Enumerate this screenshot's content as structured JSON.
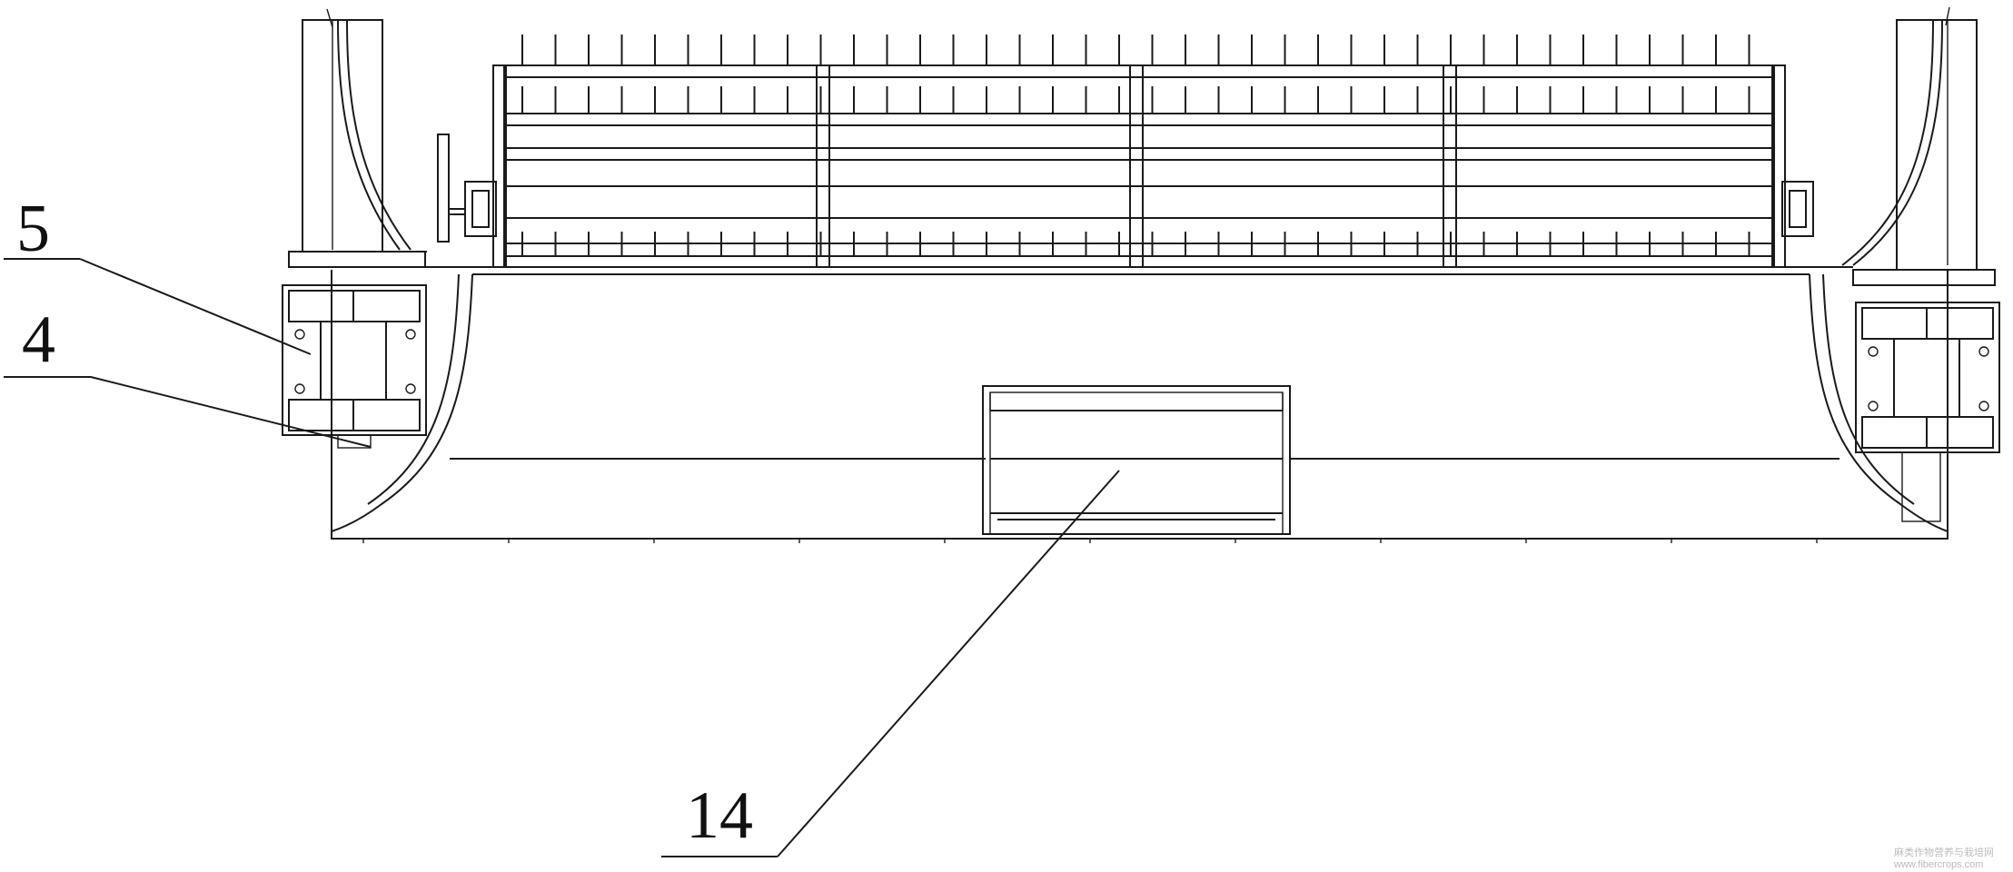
{
  "figure": {
    "labels": [
      {
        "id": "label-5",
        "text": "5"
      },
      {
        "id": "label-4",
        "text": "4"
      },
      {
        "id": "label-14",
        "text": "14"
      }
    ],
    "watermark": {
      "line1": "麻类作物营养与栽培网",
      "line2": "www.fibercrops.com"
    },
    "colors": {
      "stroke": "#1a1a1a",
      "background": "#ffffff"
    }
  }
}
